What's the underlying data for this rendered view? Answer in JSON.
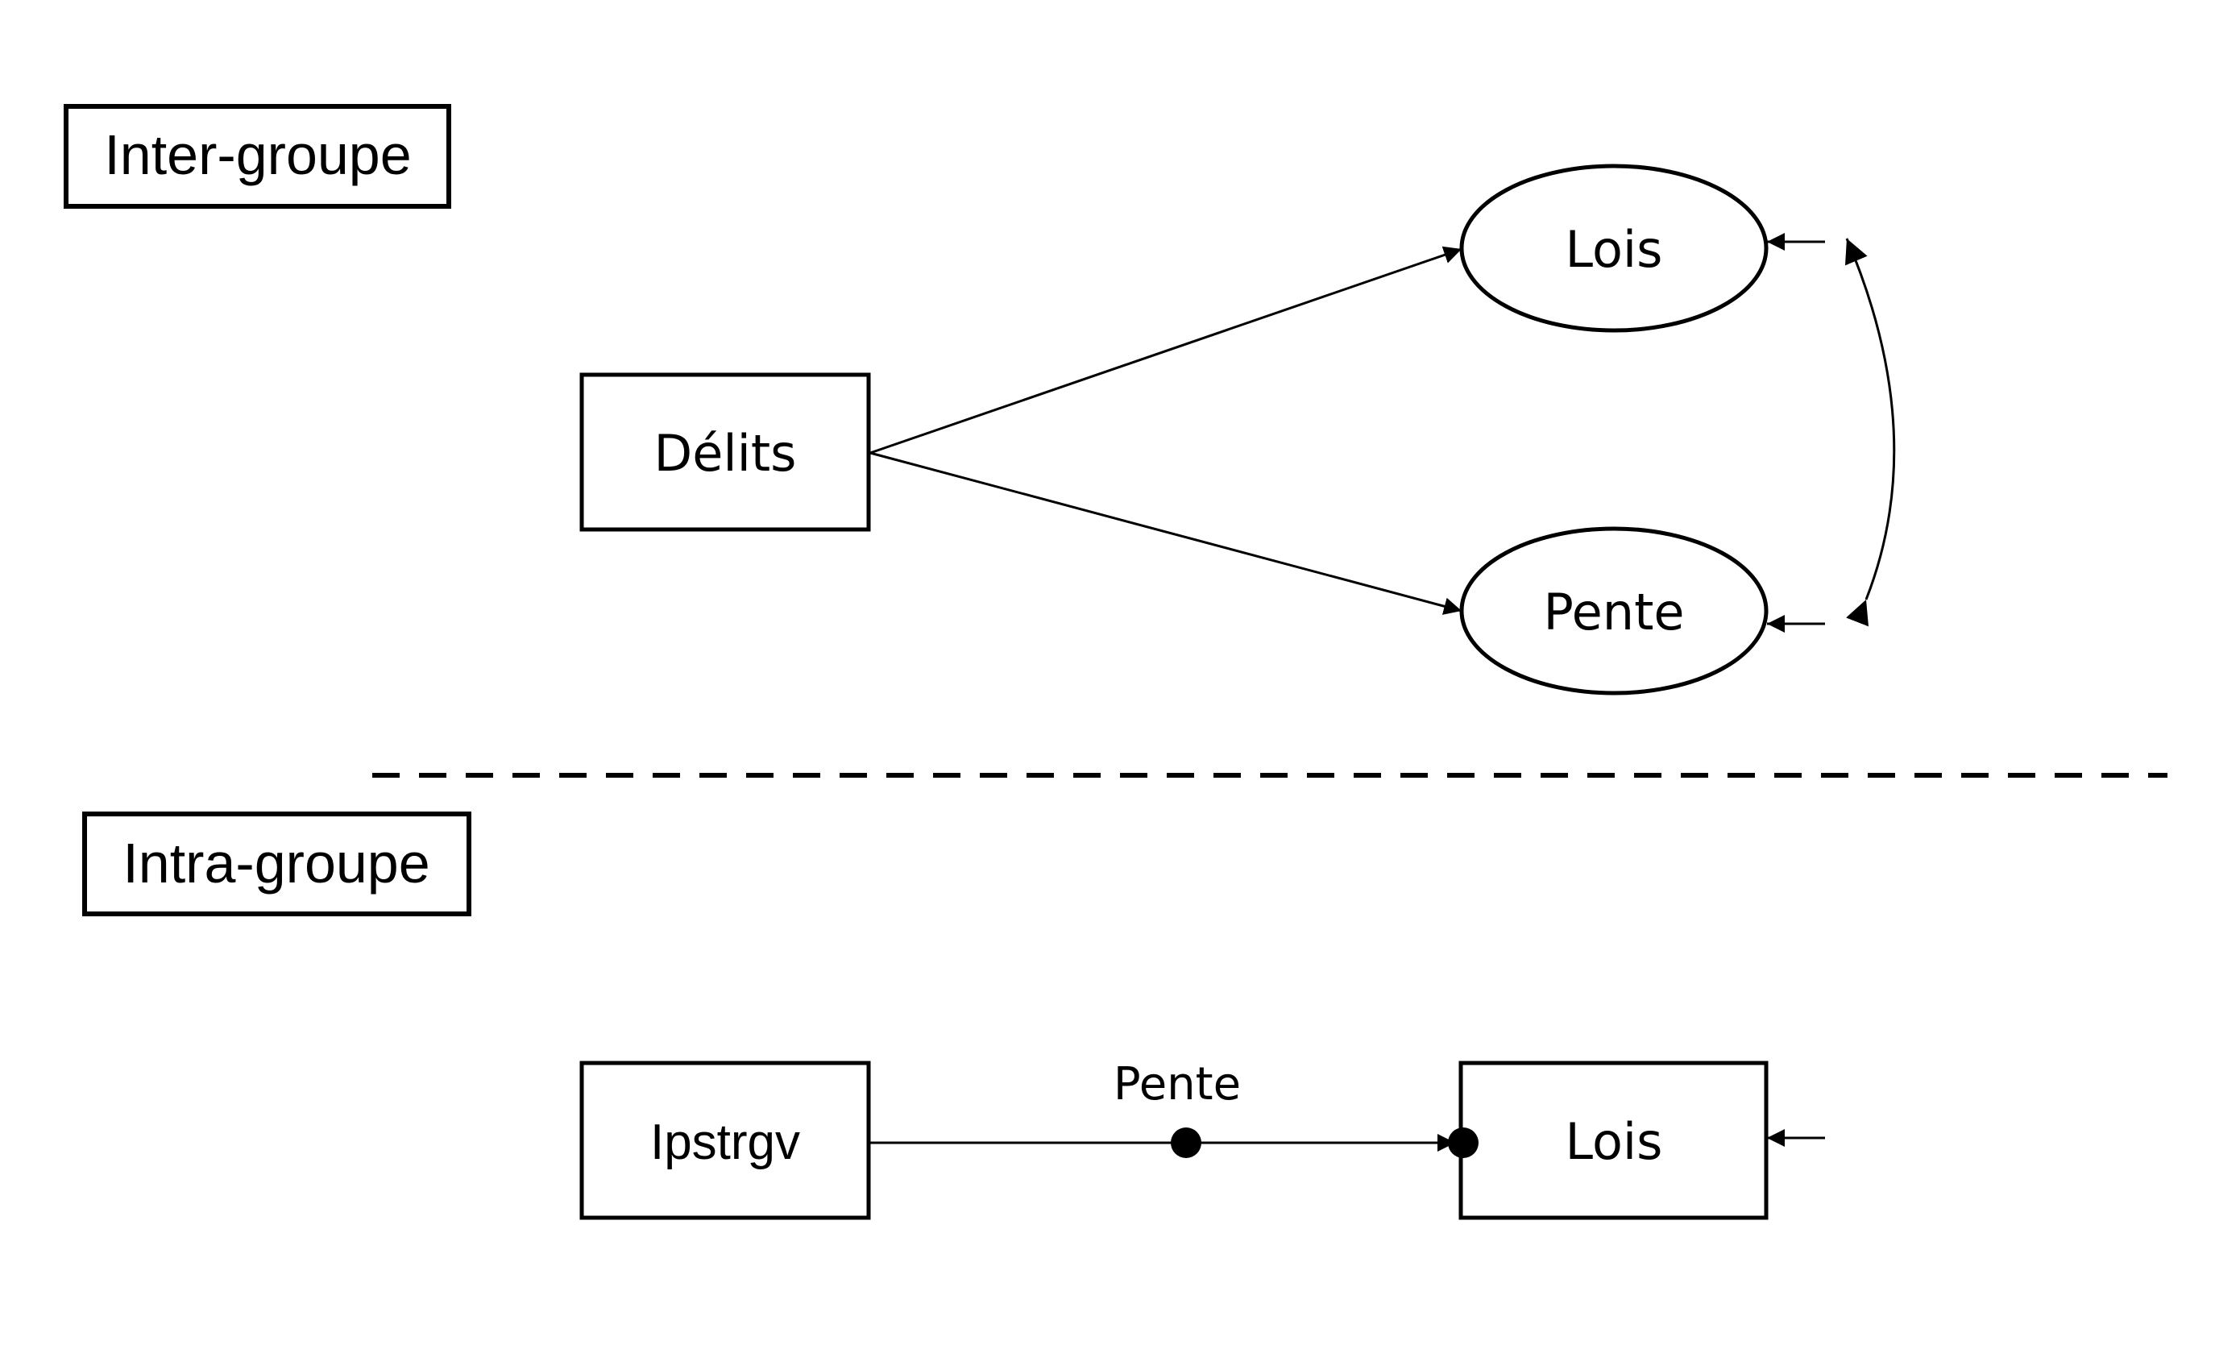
{
  "sections": {
    "between": "Inter-groupe",
    "within": "Intra-groupe"
  },
  "between_model": {
    "predictor": "Délits",
    "intercept_latent": "Lois",
    "slope_latent": "Pente"
  },
  "within_model": {
    "predictor": "Ipstrgv",
    "outcome": "Lois",
    "random_slope": "Pente"
  },
  "colors": {
    "stroke": "#000000",
    "background": "#ffffff"
  }
}
